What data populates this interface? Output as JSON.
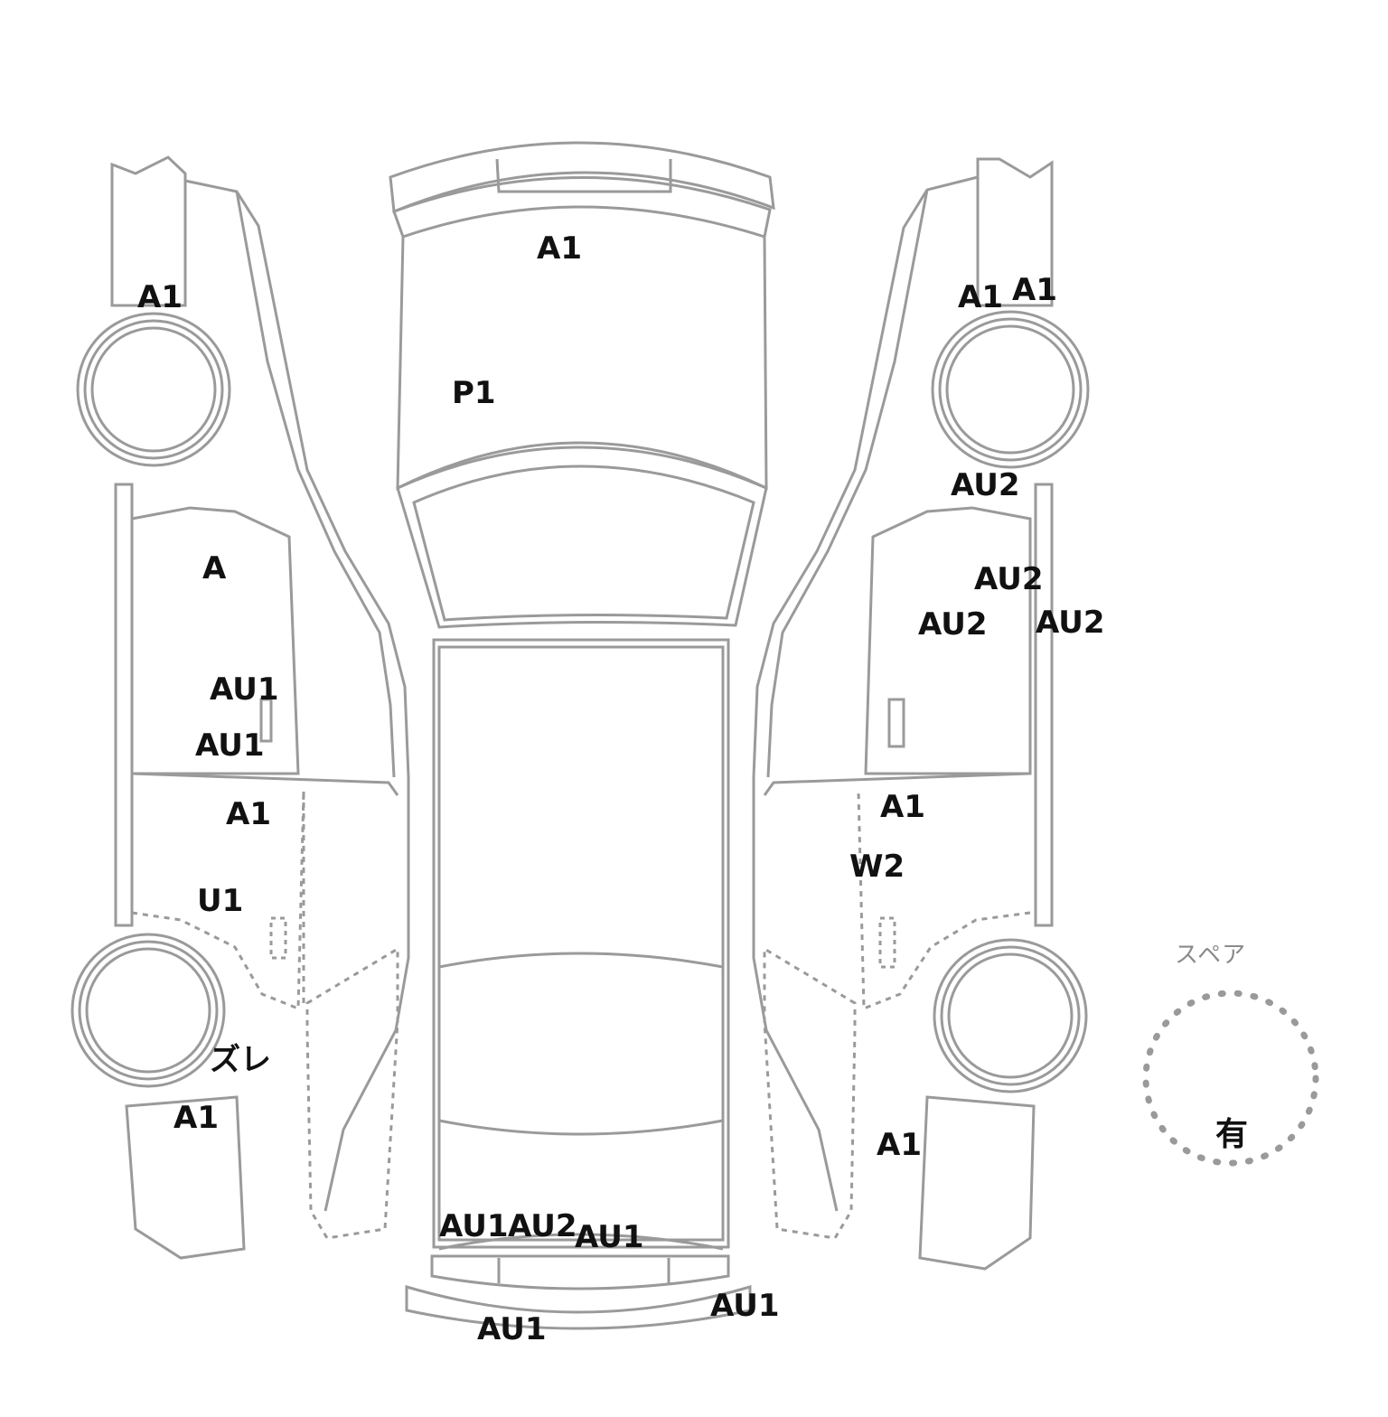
{
  "spare": {
    "label": "スペア",
    "status": "有"
  },
  "damage_marks": {
    "left_side": {
      "front_fender": "A1",
      "front_door_upper": "A",
      "front_door_handle_upper": "AU1",
      "front_door_handle_lower": "AU1",
      "rear_door_upper": "A1",
      "rear_door_lower": "U1",
      "rear_wheel": "ズレ",
      "rear_quarter": "A1"
    },
    "top": {
      "hood_front": "A1",
      "hood": "P1",
      "rear_panel_left": "AU1",
      "rear_panel_center": "AU2",
      "rear_panel_right": "AU1",
      "rear_bumper": "AU1",
      "rear_bumper_corner": "AU1"
    },
    "right_side": {
      "front_fender_a": "A1",
      "front_fender_b": "A1",
      "front_pillar": "AU2",
      "front_door_upper": "AU2",
      "front_door_mid": "AU2",
      "side_edge": "AU2",
      "rear_door_upper": "A1",
      "rear_door_mid": "W2",
      "rear_quarter": "A1"
    }
  }
}
